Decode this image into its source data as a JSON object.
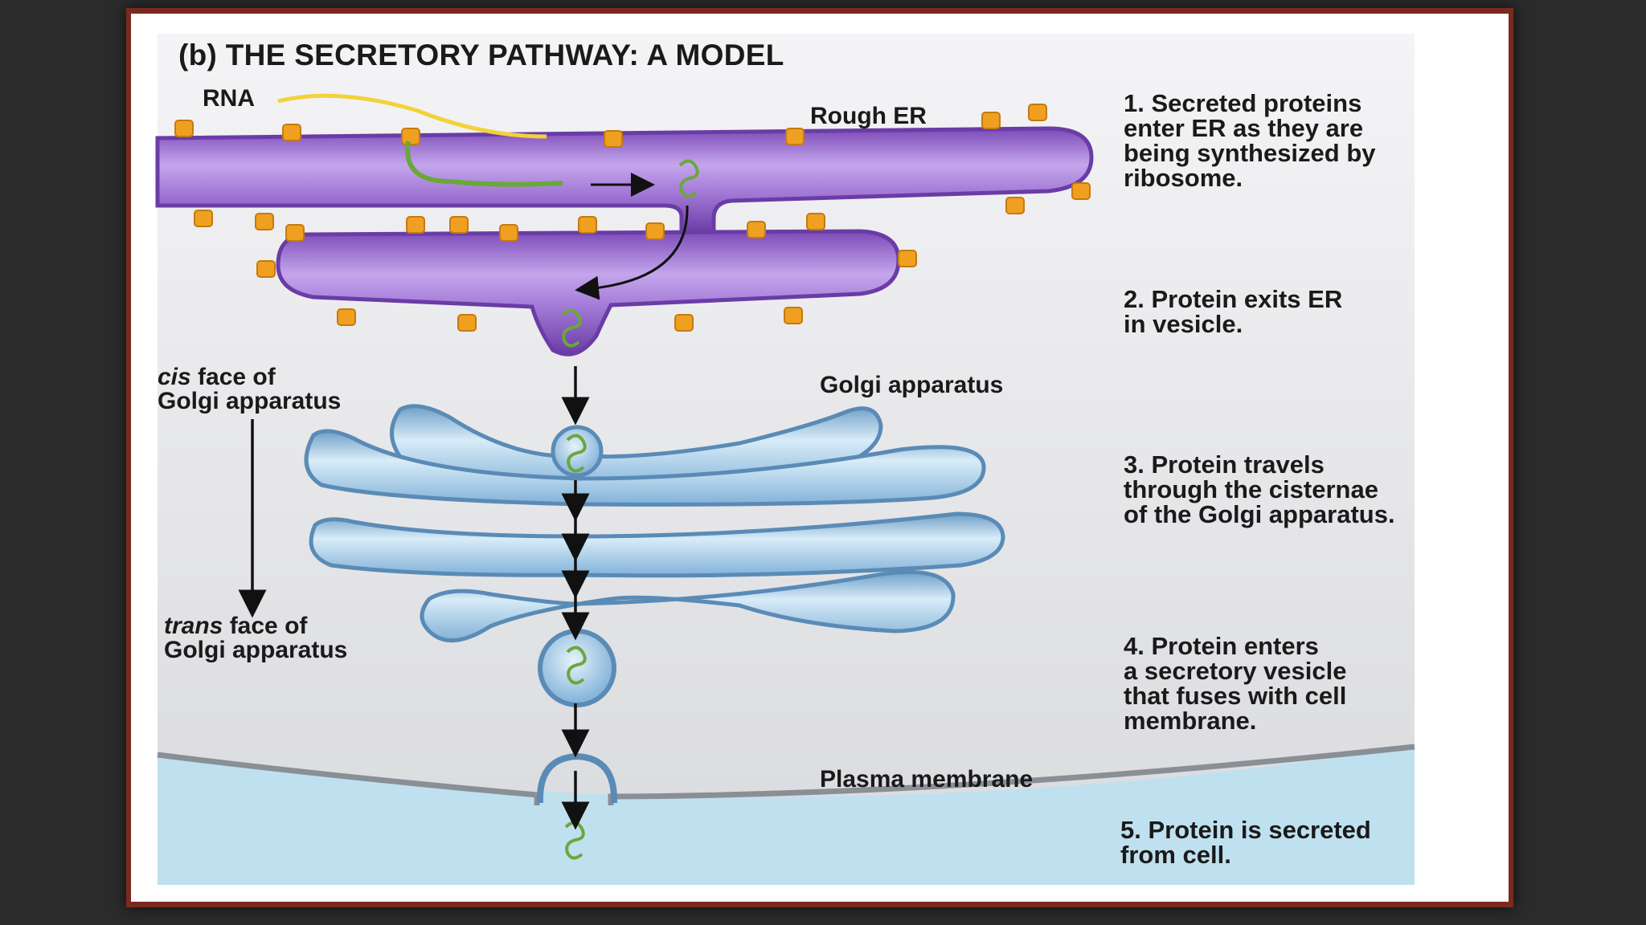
{
  "title": "(b) THE SECRETORY PATHWAY: A MODEL",
  "labels": {
    "rna": "RNA",
    "rough_er": "Rough ER",
    "golgi": "Golgi apparatus",
    "cis_italic": "cis",
    "cis_rest": " face of",
    "cis_line2": "Golgi apparatus",
    "trans_italic": "trans",
    "trans_rest": " face of",
    "trans_line2": "Golgi apparatus",
    "plasma": "Plasma membrane"
  },
  "steps": [
    "1. Secreted proteins\nenter ER as they are\nbeing synthesized by\nribosome.",
    "2. Protein exits ER\nin vesicle.",
    "3. Protein travels\nthrough the cisternae\nof the Golgi apparatus.",
    "4. Protein enters\na secretory vesicle\nthat fuses with cell\nmembrane.",
    "5. Protein is secreted\nfrom cell."
  ],
  "colors": {
    "er": "#9b6fd0",
    "golgi": "#9cc6e6",
    "ribosome": "#f0a020",
    "protein": "#8fcf5a",
    "extracellular": "#bfe0ef"
  }
}
